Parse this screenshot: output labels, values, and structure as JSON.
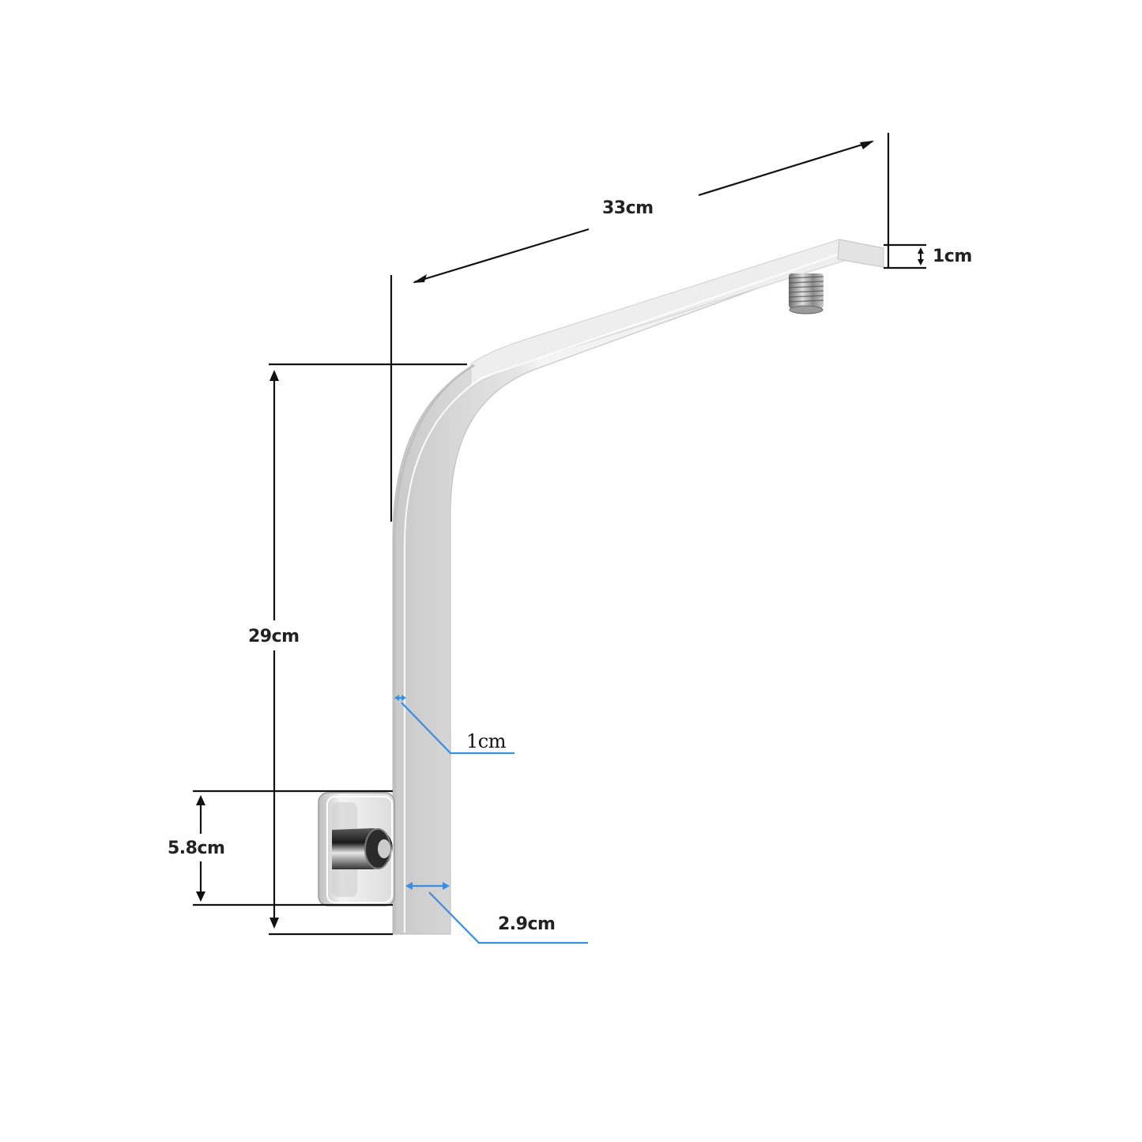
{
  "product": {
    "name": "Gooseneck square shower arm with wall flange",
    "finish_colors": {
      "chrome_light": "#f2f2f2",
      "chrome_mid": "#d6d6d6",
      "chrome_dark": "#a8a8a8",
      "flange_dark": "#2a2a2a"
    }
  },
  "dimensions": {
    "arm_length": {
      "label": "33cm",
      "value": 33,
      "unit": "cm"
    },
    "arm_thickness": {
      "label": "1cm",
      "value": 1,
      "unit": "cm"
    },
    "vertical_height": {
      "label": "29cm",
      "value": 29,
      "unit": "cm"
    },
    "wall_thickness": {
      "label": "1cm",
      "value": 1,
      "unit": "cm"
    },
    "flange_height": {
      "label": "5.8cm",
      "value": 5.8,
      "unit": "cm"
    },
    "pipe_width": {
      "label": "2.9cm",
      "value": 2.9,
      "unit": "cm"
    }
  },
  "colors": {
    "dimension_line": "#111111",
    "callout_line": "#3a8ee0",
    "background": "#ffffff"
  }
}
